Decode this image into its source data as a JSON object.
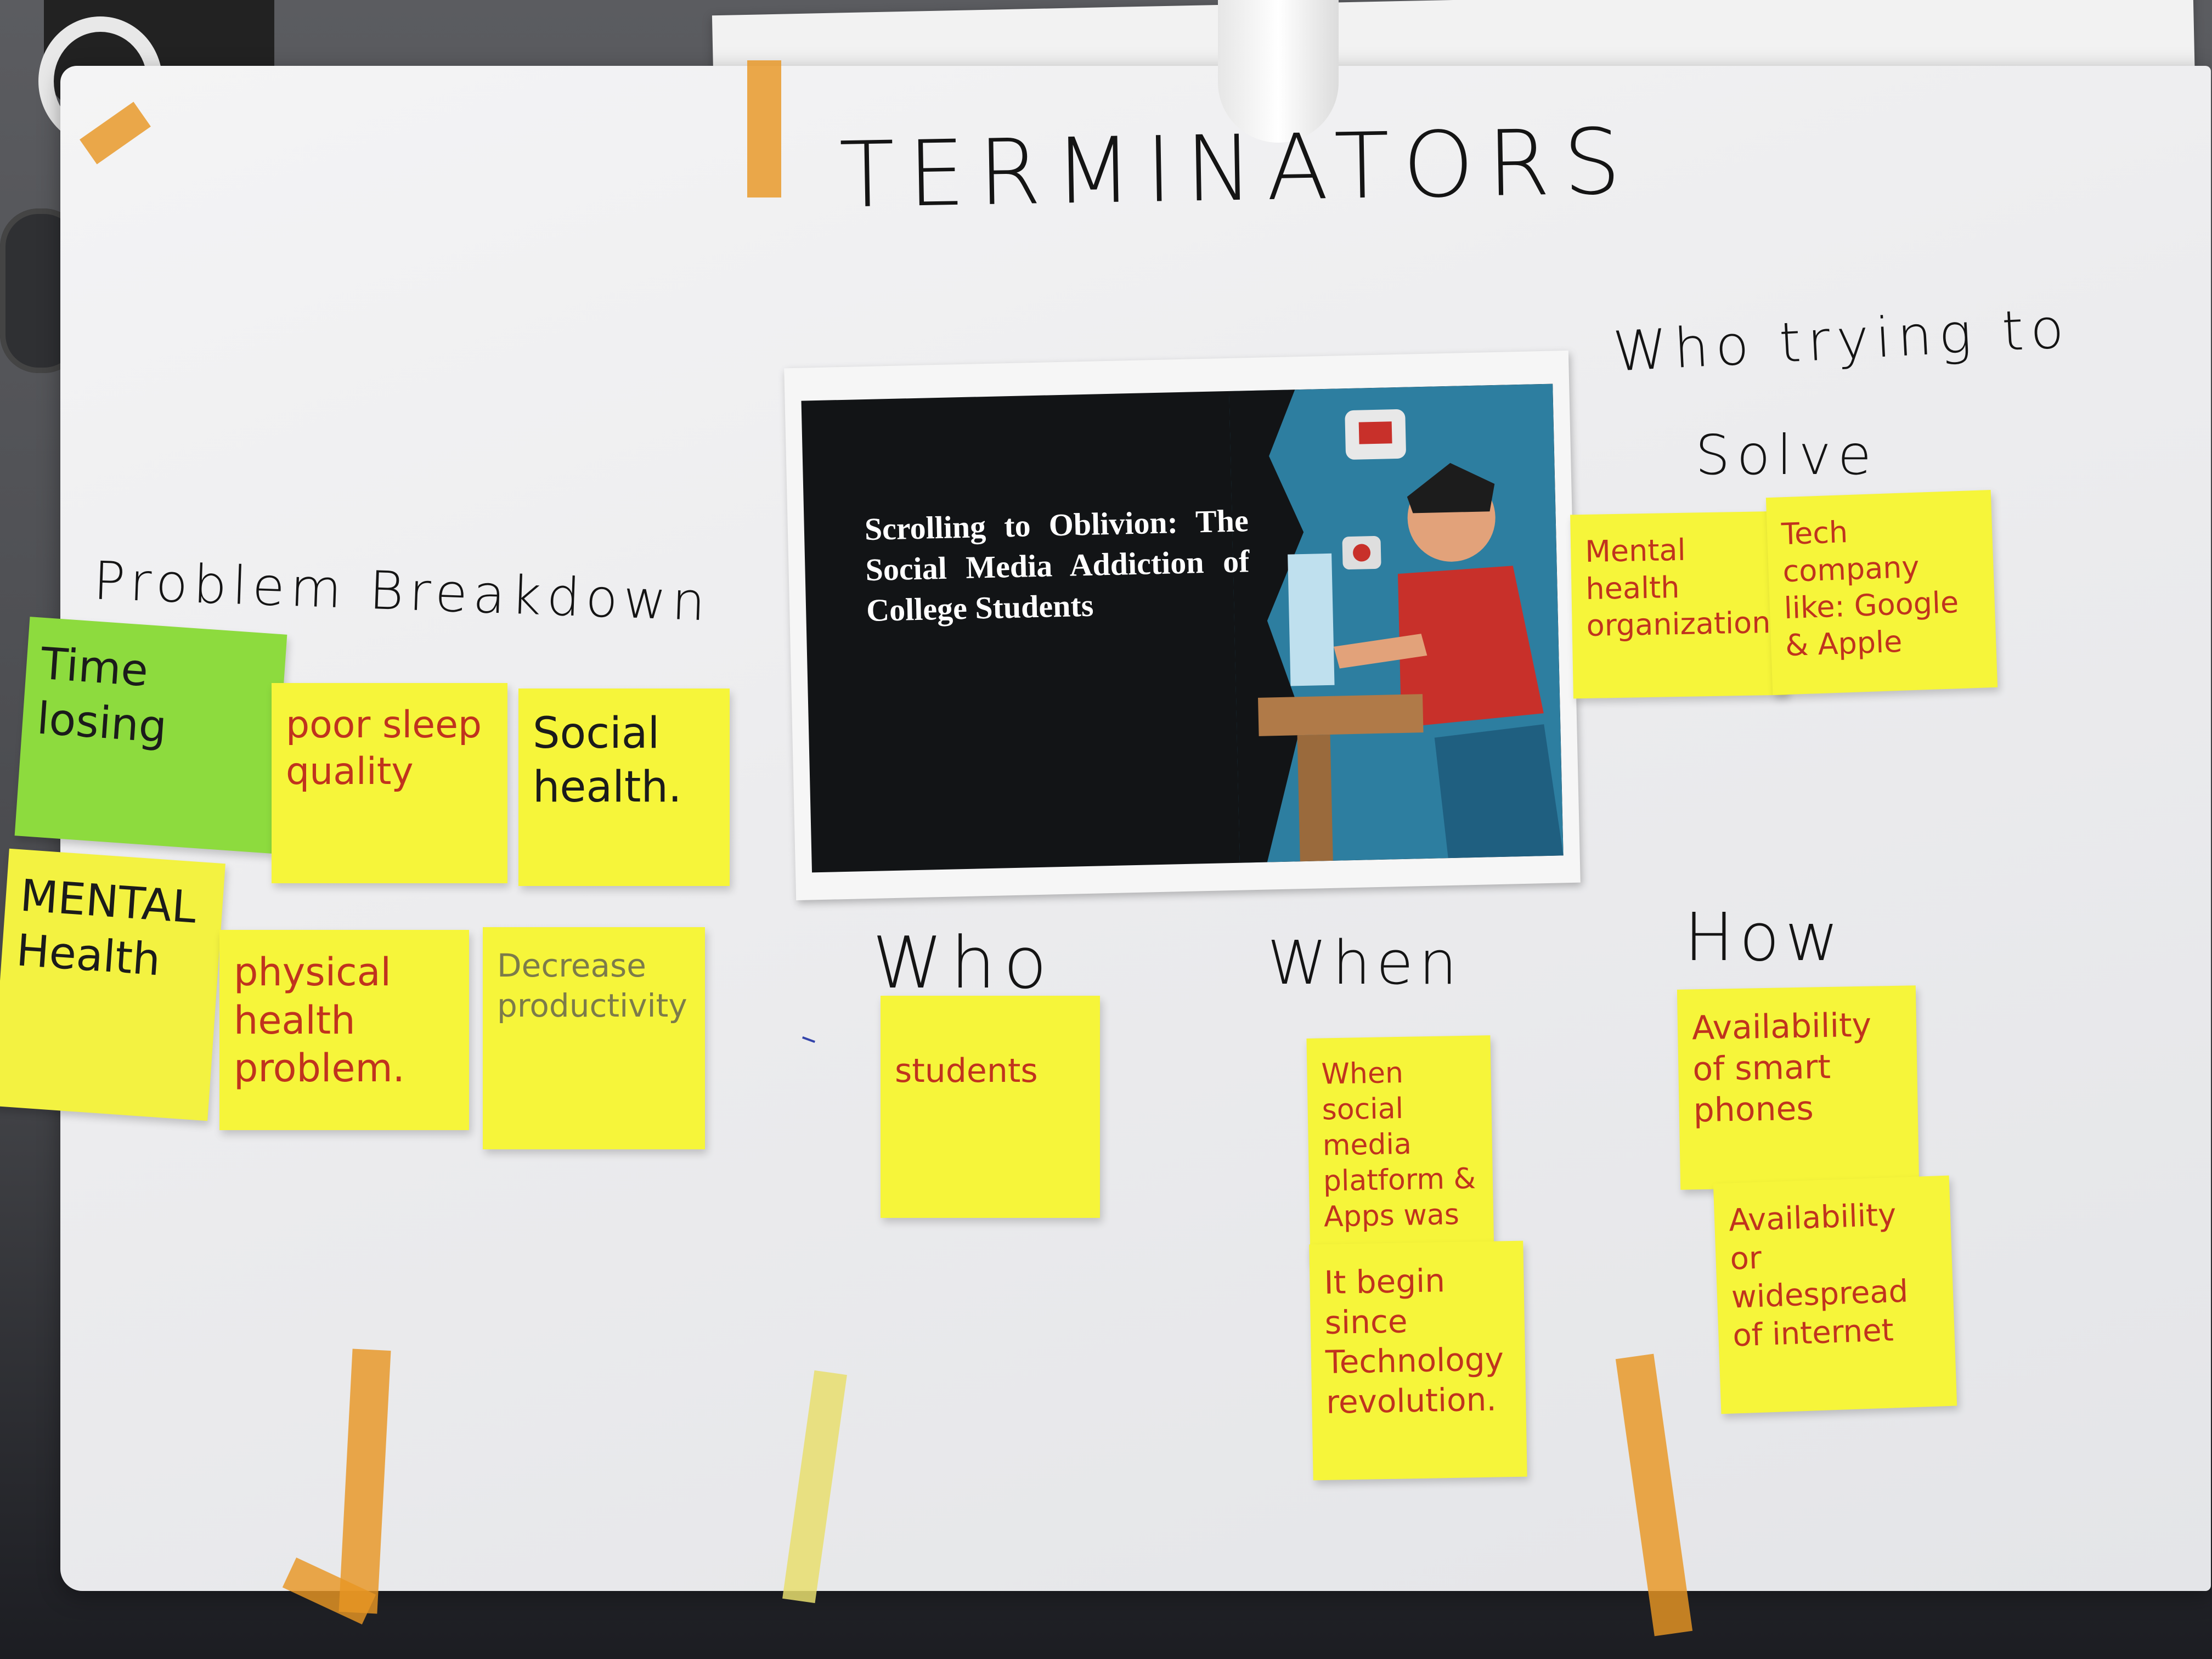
{
  "board": {
    "title": "TERMINATORS",
    "headings": {
      "problem_breakdown": "Problem Breakdown",
      "who_trying_line1": "Who trying to",
      "who_trying_line2": "Solve",
      "who": "Who",
      "when": "When",
      "how": "How"
    },
    "poster_title": "Scrolling to Oblivion: The Social Media Addiction of College Students",
    "problem_notes": [
      "Time losing",
      "poor sleep quality",
      "Social health.",
      "MENTAL Health",
      "physical health problem.",
      "Decrease productivity"
    ],
    "solver_notes": [
      "Mental health organizations",
      "Tech company like: Google & Apple"
    ],
    "who_note": "students",
    "when_notes": [
      "When social media platform & Apps was appears",
      "It begin since Technology revolution."
    ],
    "how_notes": [
      "Availability of smart phones",
      "Availability or widespread of internet"
    ]
  },
  "colors": {
    "note_yellow": "#f6f53a",
    "note_green": "#8ddb3e",
    "marker_red": "#c0331e",
    "marker_black": "#1b1b1b",
    "tape_orange": "#e8962a",
    "poster_background": "#121416"
  }
}
